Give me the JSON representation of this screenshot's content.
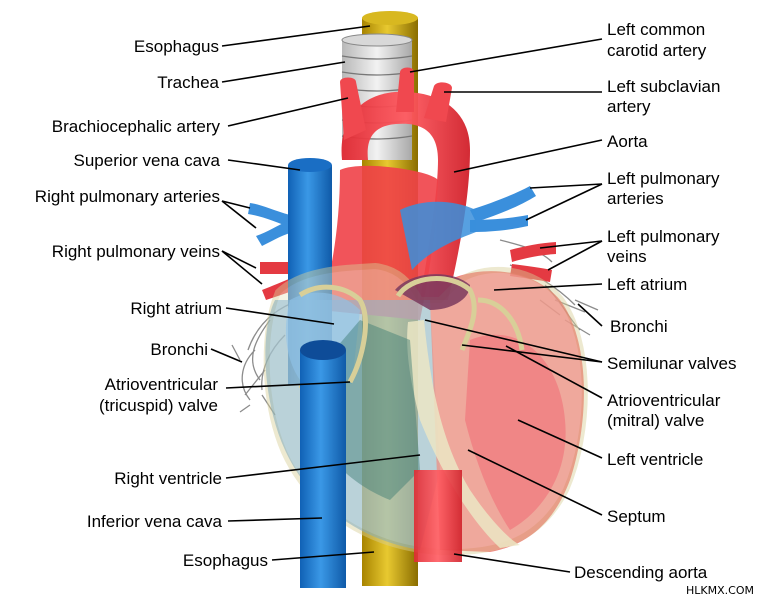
{
  "title": "",
  "colors": {
    "oxygenated": "#f0484f",
    "deoxygenated": "#1e7cd0",
    "esophagus": "#c8a400",
    "myocardium": "#ebe6c4",
    "bronchi": "#9a9a9a"
  },
  "labels_left": {
    "esophagus_top": "Esophagus",
    "trachea": "Trachea",
    "brachiocephalic": "Brachiocephalic artery",
    "svc": "Superior vena cava",
    "right_pulm_arteries": "Right pulmonary arteries",
    "right_pulm_veins": "Right pulmonary veins",
    "right_atrium": "Right atrium",
    "bronchi_left": "Bronchi",
    "av_valve_line1": "Atrioventricular",
    "av_valve_line2": "(tricuspid) valve",
    "right_ventricle": "Right ventricle",
    "ivc": "Inferior vena cava",
    "esophagus_bottom": "Esophagus"
  },
  "labels_right": {
    "left_carotid_line1": "Left common",
    "left_carotid_line2": "carotid artery",
    "left_subclavian_line1": "Left subclavian",
    "left_subclavian_line2": "artery",
    "aorta": "Aorta",
    "left_pulm_arteries_line1": "Left pulmonary",
    "left_pulm_arteries_line2": "arteries",
    "left_pulm_veins_line1": "Left pulmonary",
    "left_pulm_veins_line2": "veins",
    "left_atrium": "Left atrium",
    "bronchi_right": "Bronchi",
    "semilunar": "Semilunar valves",
    "mitral_line1": "Atrioventricular",
    "mitral_line2": "(mitral) valve",
    "left_ventricle": "Left ventricle",
    "septum": "Septum",
    "descending_aorta": "Descending aorta"
  },
  "watermark": "HLKMX.COM"
}
